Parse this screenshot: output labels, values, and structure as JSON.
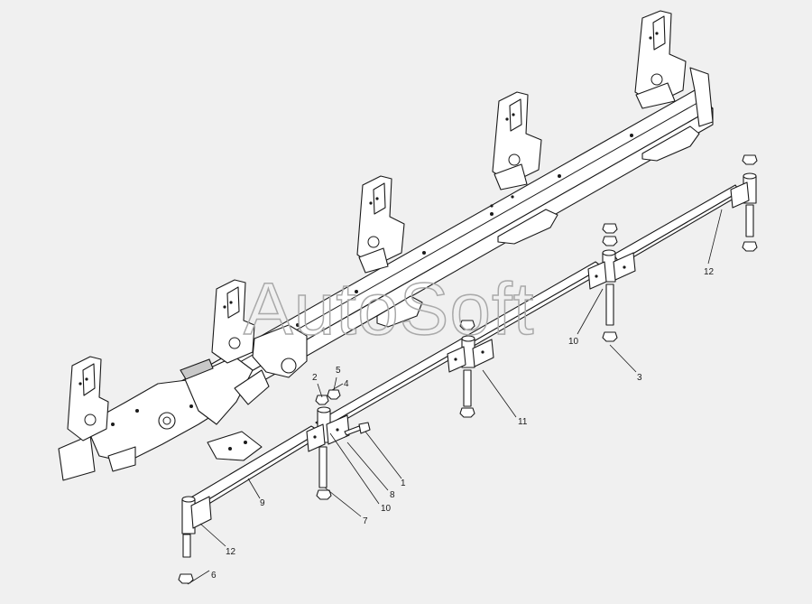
{
  "watermark": "AutoSoft",
  "callouts": {
    "c1": "1",
    "c2": "2",
    "c3": "3",
    "c4": "4",
    "c5": "5",
    "c6": "6",
    "c7": "7",
    "c8": "8",
    "c9": "9",
    "c10a": "10",
    "c10b": "10",
    "c11": "11",
    "c12a": "12",
    "c12b": "12"
  }
}
